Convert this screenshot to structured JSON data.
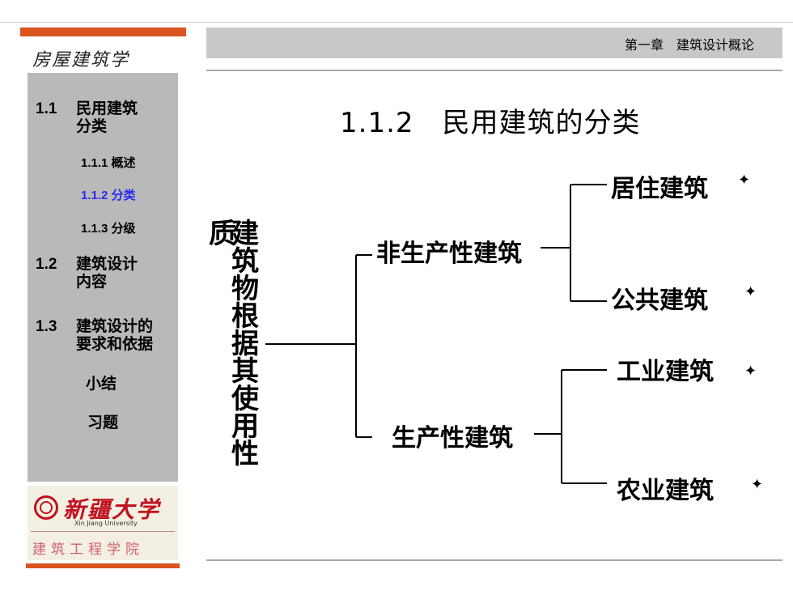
{
  "header": {
    "chapter_title": "第一章　建筑设计概论"
  },
  "sidebar": {
    "course_title": "房屋建筑学",
    "items": [
      {
        "num": "1.1",
        "label": "民用建筑\n分类"
      },
      {
        "num": "1.1.1",
        "label": "概述"
      },
      {
        "num": "1.1.2",
        "label": "分类",
        "active": true
      },
      {
        "num": "1.1.3",
        "label": "分级"
      },
      {
        "num": "1.2",
        "label": "建筑设计\n内容"
      },
      {
        "num": "1.3",
        "label": "建筑设计的\n要求和依据"
      },
      {
        "label": "小结"
      },
      {
        "label": "习题"
      }
    ],
    "active_color": "#2a2af0"
  },
  "logo": {
    "university_cn": "新疆大学",
    "university_en": "Xin Jiang University",
    "college": "建筑工程学院"
  },
  "main": {
    "title": "1.1.2　民用建筑的分类",
    "root_label": "质建筑物根据其使用性",
    "branches": [
      {
        "label": "非生产性建筑",
        "children": [
          "居住建筑",
          "公共建筑"
        ]
      },
      {
        "label": "生产性建筑",
        "children": [
          "工业建筑",
          "农业建筑"
        ]
      }
    ],
    "marker_glyph": "✦"
  },
  "colors": {
    "accent_orange": "#d9531e",
    "sidebar_gray": "#b9b9b9",
    "header_gray": "#c8c8c8"
  }
}
